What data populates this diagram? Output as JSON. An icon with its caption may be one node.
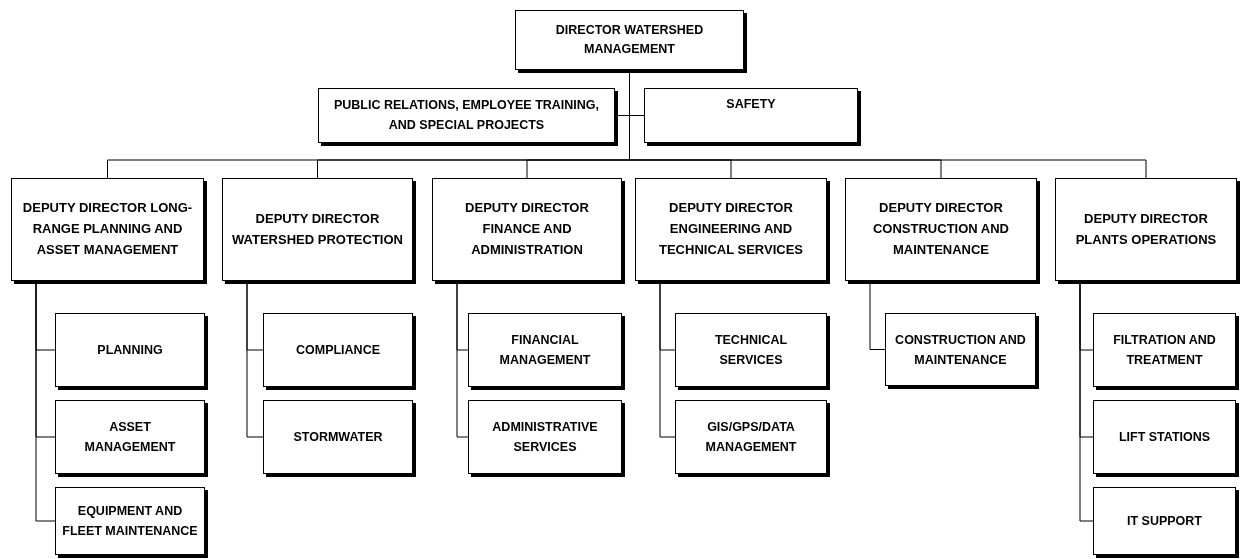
{
  "diagram": {
    "nodes": [
      {
        "text": [
          "DIRECTOR WATERSHED MANAGEMENT"
        ]
      },
      {
        "text": [
          "PUBLIC RELATIONS, EMPLOYEE TRAINING, AND SPECIAL PROJECTS"
        ]
      },
      {
        "text": [
          "SAFETY"
        ]
      },
      {
        "text": [
          "DEPUTY DIRECTOR LONG-RANGE PLANNING AND ASSET MANAGEMENT"
        ]
      },
      {
        "text": [
          "DEPUTY DIRECTOR WATERSHED PROTECTION"
        ]
      },
      {
        "text": [
          "DEPUTY DIRECTOR FINANCE AND ADMINISTRATION"
        ]
      },
      {
        "text": [
          "DEPUTY DIRECTOR ENGINEERING AND TECHNICAL SERVICES"
        ]
      },
      {
        "text": [
          "DEPUTY DIRECTOR CONSTRUCTION AND MAINTENANCE"
        ]
      },
      {
        "text": [
          "DEPUTY DIRECTOR PLANTS OPERATIONS"
        ]
      },
      {
        "text": [
          "PLANNING"
        ]
      },
      {
        "text": [
          "ASSET MANAGEMENT"
        ]
      },
      {
        "text": [
          "EQUIPMENT AND FLEET MAINTENANCE"
        ]
      },
      {
        "text": [
          "COMPLIANCE"
        ]
      },
      {
        "text": [
          "STORMWATER"
        ]
      },
      {
        "text": [
          "FINANCIAL MANAGEMENT"
        ]
      },
      {
        "text": [
          "ADMINISTRATIVE SERVICES"
        ]
      },
      {
        "text": [
          "TECHNICAL SERVICES"
        ]
      },
      {
        "text": [
          "GIS/GPS/DATA MANAGEMENT"
        ]
      },
      {
        "text": [
          "CONSTRUCTION AND MAINTENANCE"
        ]
      },
      {
        "text": [
          "FILTRATION AND TREATMENT"
        ]
      },
      {
        "text": [
          "LIFT STATIONS"
        ]
      },
      {
        "text": [
          "IT SUPPORT"
        ]
      }
    ],
    "edges": [
      {
        "from": 0,
        "to": 1,
        "arrow": "none"
      },
      {
        "from": 0,
        "to": 2,
        "arrow": "none"
      },
      {
        "from": 0,
        "to": 3,
        "arrow": "none"
      },
      {
        "from": 0,
        "to": 4,
        "arrow": "none"
      },
      {
        "from": 0,
        "to": 5,
        "arrow": "none"
      },
      {
        "from": 0,
        "to": 6,
        "arrow": "none"
      },
      {
        "from": 0,
        "to": 7,
        "arrow": "none"
      },
      {
        "from": 0,
        "to": 8,
        "arrow": "none"
      },
      {
        "from": 3,
        "to": 9,
        "arrow": "none"
      },
      {
        "from": 3,
        "to": 10,
        "arrow": "none"
      },
      {
        "from": 3,
        "to": 11,
        "arrow": "none"
      },
      {
        "from": 4,
        "to": 12,
        "arrow": "none"
      },
      {
        "from": 4,
        "to": 13,
        "arrow": "none"
      },
      {
        "from": 5,
        "to": 14,
        "arrow": "none"
      },
      {
        "from": 5,
        "to": 15,
        "arrow": "none"
      },
      {
        "from": 6,
        "to": 16,
        "arrow": "none"
      },
      {
        "from": 6,
        "to": 17,
        "arrow": "none"
      },
      {
        "from": 7,
        "to": 18,
        "arrow": "none"
      },
      {
        "from": 8,
        "to": 19,
        "arrow": "none"
      },
      {
        "from": 8,
        "to": 20,
        "arrow": "none"
      },
      {
        "from": 8,
        "to": 21,
        "arrow": "none"
      }
    ]
  }
}
